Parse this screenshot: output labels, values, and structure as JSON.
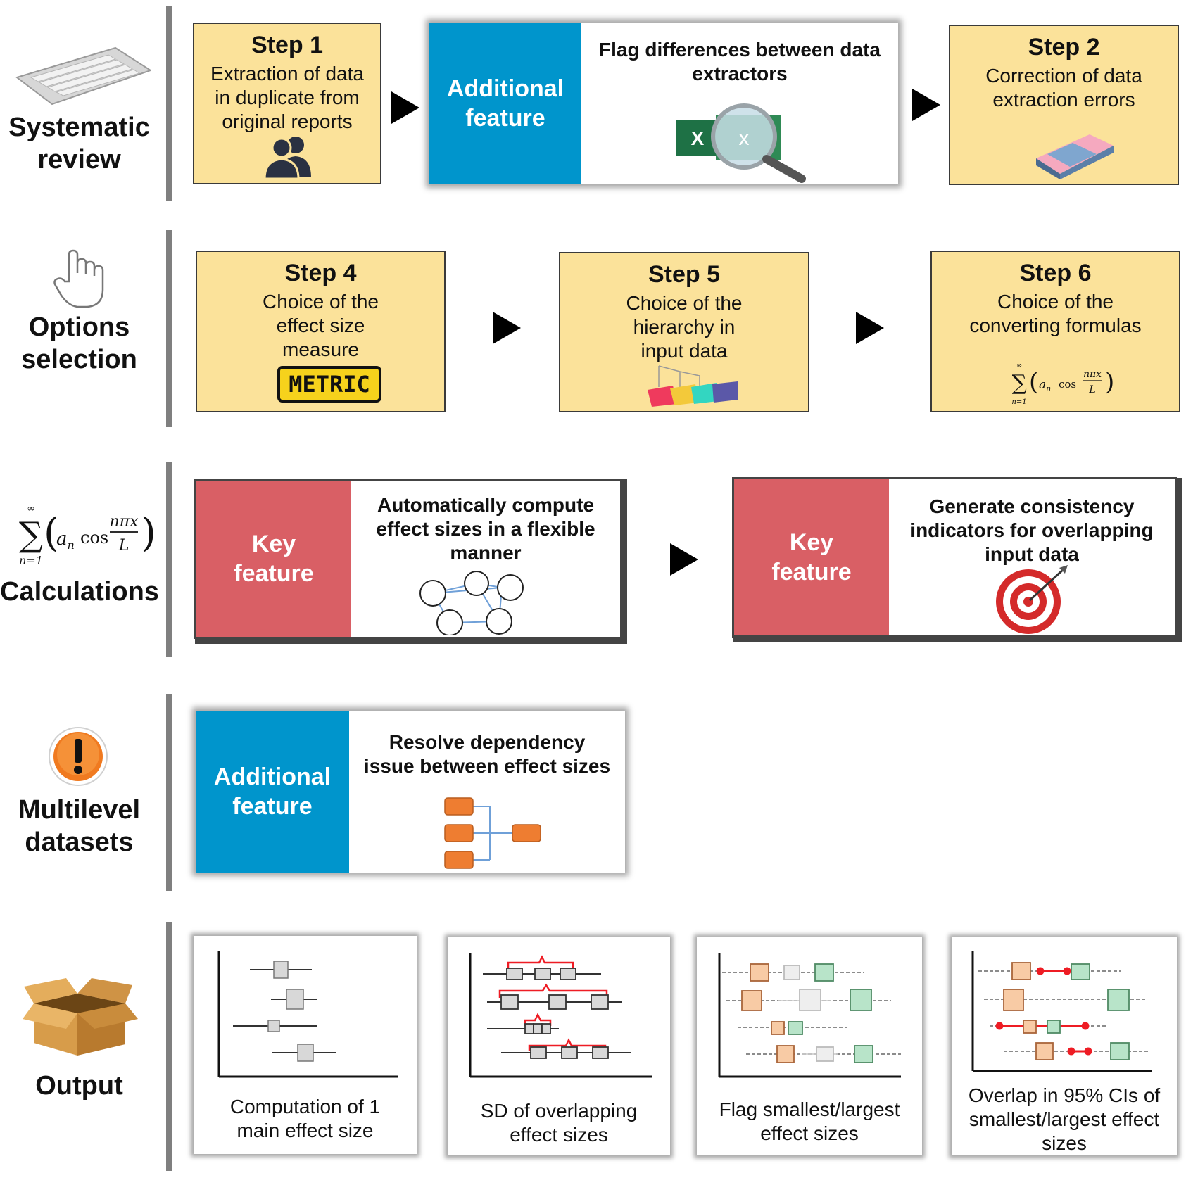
{
  "sections": {
    "systematic_review": [
      "Systematic",
      "review"
    ],
    "options_selection": [
      "Options",
      "selection"
    ],
    "calculations": "Calculations",
    "multilevel": [
      "Multilevel",
      "datasets"
    ],
    "output": "Output"
  },
  "step1": {
    "title": "Step 1",
    "desc": [
      "Extraction of data",
      "in duplicate from",
      "original reports"
    ]
  },
  "step2": {
    "title": "Step 2",
    "desc": [
      "Correction of data",
      "extraction errors"
    ]
  },
  "step4": {
    "title": "Step 4",
    "desc": [
      "Choice of the",
      "effect size",
      "measure"
    ],
    "badge": "METRIC"
  },
  "step5": {
    "title": "Step 5",
    "desc": [
      "Choice of the",
      "hierarchy in",
      "input data"
    ]
  },
  "step6": {
    "title": "Step 6",
    "desc": [
      "Choice of the",
      "converting formulas"
    ]
  },
  "feature_flag": {
    "tag": [
      "Additional",
      "feature"
    ],
    "text": [
      "Flag differences between data",
      "extractors"
    ]
  },
  "feature_compute": {
    "tag": [
      "Key",
      "feature"
    ],
    "text": [
      "Automatically compute",
      "effect sizes in a flexible",
      "manner"
    ]
  },
  "feature_consistency": {
    "tag": [
      "Key",
      "feature"
    ],
    "text": [
      "Generate consistency",
      "indicators for overlapping",
      "input data"
    ]
  },
  "feature_dependency": {
    "tag": [
      "Additional",
      "feature"
    ],
    "text": [
      "Resolve dependency",
      "issue between effect sizes"
    ]
  },
  "outputs": [
    {
      "caption": [
        "Computation of 1",
        "main effect size"
      ]
    },
    {
      "caption": [
        "SD of overlapping",
        "effect sizes"
      ]
    },
    {
      "caption": [
        "Flag smallest/largest",
        "effect sizes"
      ]
    },
    {
      "caption": [
        "Overlap in 95% CIs of",
        "smallest/largest effect",
        "sizes"
      ]
    }
  ],
  "colors": {
    "step_fill": "#fbe29a",
    "additional": "#0095cc",
    "key": "#d95f65",
    "node_orange": "#ee7d31",
    "edge_blue": "#6fa0d8"
  },
  "icons": [
    "keyboard-icon",
    "users-icon",
    "excel-magnifier-icon",
    "eraser-icon",
    "hand-pointer-icon",
    "metric-sign-icon",
    "hierarchy-folders-icon",
    "fourier-formula-icon",
    "network-icon",
    "target-icon",
    "warning-icon",
    "tree-icon",
    "box-icon"
  ]
}
